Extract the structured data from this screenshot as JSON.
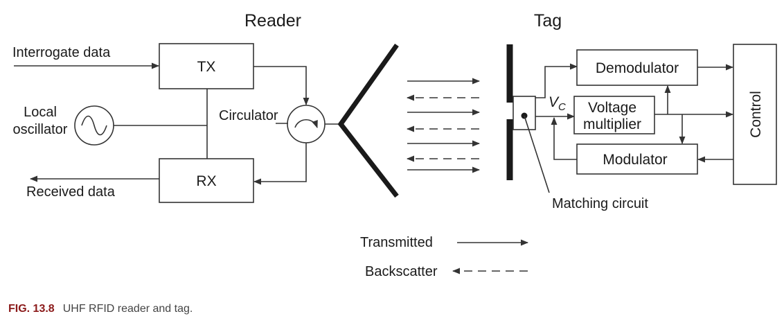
{
  "titles": {
    "reader": "Reader",
    "tag": "Tag"
  },
  "reader": {
    "tx": "TX",
    "rx": "RX",
    "interrogate_data": "Interrogate data",
    "received_data": "Received data",
    "local_oscillator_line1": "Local",
    "local_oscillator_line2": "oscillator",
    "circulator": "Circulator"
  },
  "tag": {
    "demodulator": "Demodulator",
    "voltage_multiplier_line1": "Voltage",
    "voltage_multiplier_line2": "multiplier",
    "modulator": "Modulator",
    "control": "Control",
    "vc_symbol": "V",
    "vc_subscript": "C",
    "matching_circuit": "Matching circuit"
  },
  "legend": {
    "transmitted": "Transmitted",
    "backscatter": "Backscatter"
  },
  "caption": {
    "figure_number": "FIG. 13.8",
    "text": "UHF RFID reader and tag."
  },
  "colors": {
    "line": "#333333",
    "caption_fig": "#8b1a1a",
    "caption_text": "#444444"
  }
}
